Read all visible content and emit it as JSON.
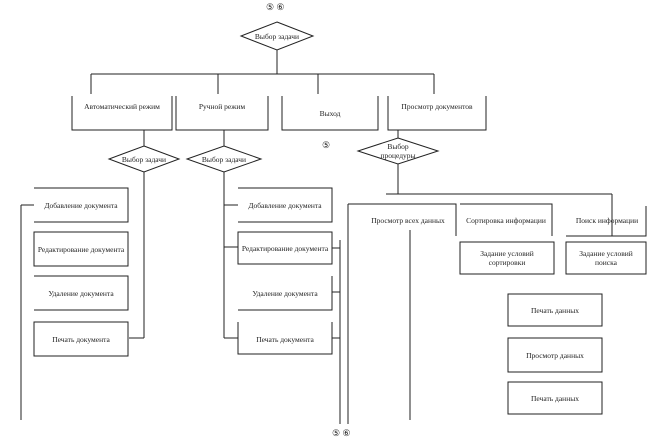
{
  "connectors": {
    "top_pair": "⑤ ⑥",
    "mid": "⑤",
    "bottom_pair": "⑤ ⑥"
  },
  "decisions": {
    "main": "Выбор задачи",
    "auto": "Выбор задачи",
    "manual": "Выбор задачи",
    "view": "Выбор процедуры"
  },
  "modes": {
    "auto": "Автоматический режим",
    "manual": "Ручной режим",
    "exit": "Выход",
    "view": "Просмотр документов"
  },
  "auto_tasks": [
    "Добавление документа",
    "Редактирование документа",
    "Удаление документа",
    "Печать документа"
  ],
  "manual_tasks": [
    "Добавление документа",
    "Редактирование документа",
    "Удаление документа",
    "Печать документа"
  ],
  "view_procedures": {
    "output": "Просмотр всех данных",
    "sort": "Сортировка информации",
    "sort_conditions": "Задание условий сортировки",
    "search": "Поиск информации",
    "search_conditions": "Задание условий поиска",
    "print": "Печать данных",
    "view_data": "Просмотр данных",
    "print_data": "Печать данных"
  }
}
